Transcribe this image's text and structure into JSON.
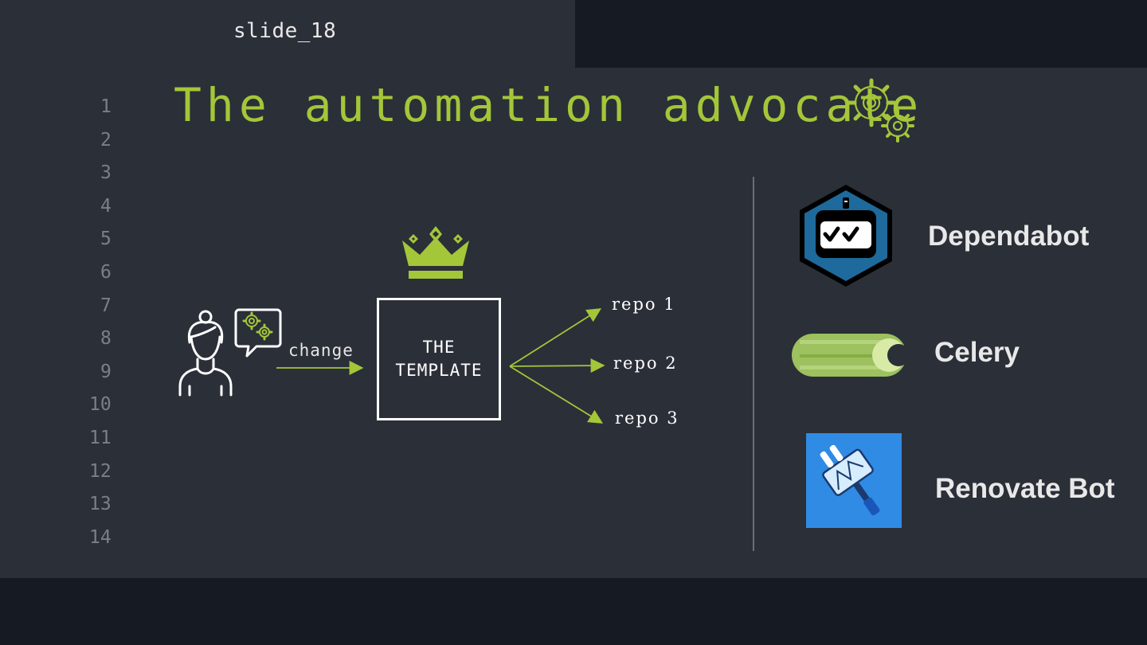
{
  "tab": {
    "label": "slide_18"
  },
  "line_numbers": [
    "1",
    "2",
    "3",
    "4",
    "5",
    "6",
    "7",
    "8",
    "9",
    "10",
    "11",
    "12",
    "13",
    "14"
  ],
  "slide": {
    "title": "The automation advocate",
    "diagram": {
      "change_label": "change",
      "template_lines": [
        "THE",
        "TEMPLATE"
      ],
      "repos": [
        "repo 1",
        "repo 2",
        "repo 3"
      ]
    },
    "tools": [
      {
        "name": "Dependabot",
        "icon": "dependabot-logo"
      },
      {
        "name": "Celery",
        "icon": "celery-logo"
      },
      {
        "name": "Renovate Bot",
        "icon": "renovate-logo"
      }
    ]
  },
  "colors": {
    "accent": "#a4c639",
    "background": "#2b2f38",
    "panel": "#161a22",
    "text": "#e8e8e8"
  }
}
